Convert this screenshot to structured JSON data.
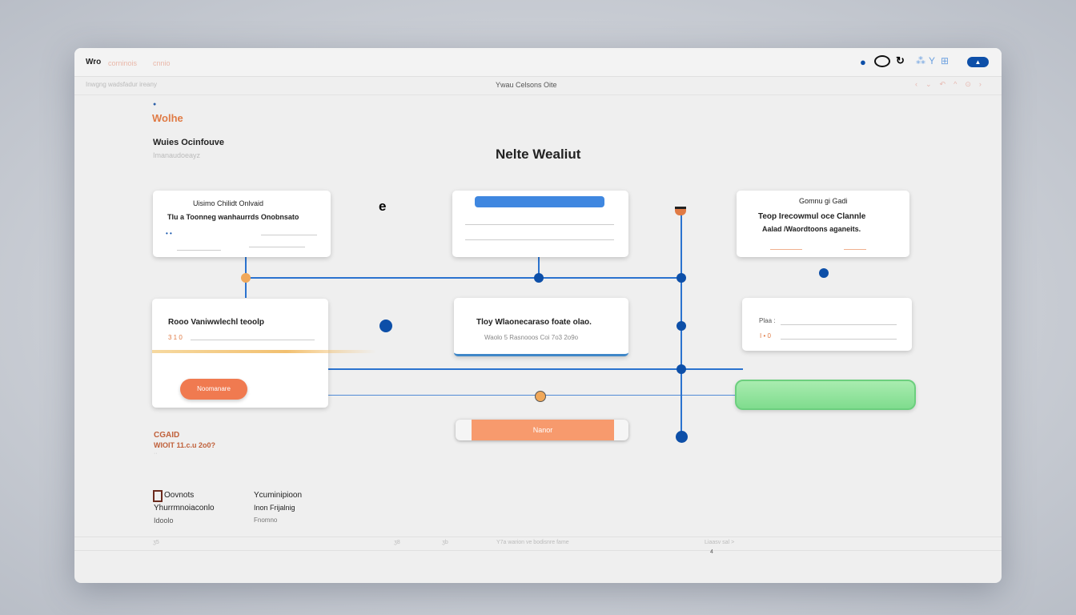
{
  "topbar": {
    "logo": "Wro",
    "tabs": [
      "corninois",
      "cnnio"
    ],
    "icons": [
      "drop-icon",
      "eye-icon",
      "refresh-icon",
      "network-icon",
      "split-icon",
      "grid-icon",
      "cloud-upload-icon"
    ]
  },
  "subbar": {
    "left": "Inwgng wadsfadur ireany",
    "center": "Ywau Celsons  Oite",
    "controls": [
      "‹",
      "⌄",
      "↶",
      "^",
      "⊙",
      "›"
    ]
  },
  "sidebar": {
    "brand": "Wolhe",
    "title": "Wuies Ocinfouve",
    "subtitle": "Imanaudoeayz"
  },
  "main": {
    "title": "Nelte Wealiut"
  },
  "cards": {
    "c1": {
      "title": "Uisimo Chilidt Onlvaid",
      "line": "Tlu a Toonneg wanhaurrds Onobnsato",
      "meta": "• •"
    },
    "c3": {
      "title": "Gomnu gi Gadi",
      "line1": "Teop Irecowmul oce Clannle",
      "line2": "Aalad /Waordtoons aganeits."
    },
    "c4": {
      "title": "Rooo Vaniwwlechl teoolp",
      "meta": "3 1 0"
    },
    "c5": {
      "line": "Tloy Wlaonecaraso foate olao.",
      "meta": "Waolo 5 Rasnooos  Coi 7o3  2o9o"
    },
    "c6": {
      "field1": "Plaa :",
      "field2": "I • 0"
    }
  },
  "buttons": {
    "orange_left": "Noomanare",
    "orange_center": "Nanor",
    "green": ""
  },
  "footer_info": {
    "line1": "CGAID",
    "line2": "WIOIT 11.c.u 2o0?",
    "line3": "··"
  },
  "lists": {
    "col1": [
      "Oovnots",
      "Yhurrmnoiaconlo",
      "Idoolo"
    ],
    "col2": [
      "Ycuminipioon",
      "Inon Frijalnig",
      "Fnomno"
    ]
  },
  "statusbar": {
    "items": [
      "ʒ5",
      "ʒ8",
      "ʒb",
      "Y7a  warion ve bodisnre fame",
      "Liaasv sal >"
    ],
    "badge": "4"
  }
}
